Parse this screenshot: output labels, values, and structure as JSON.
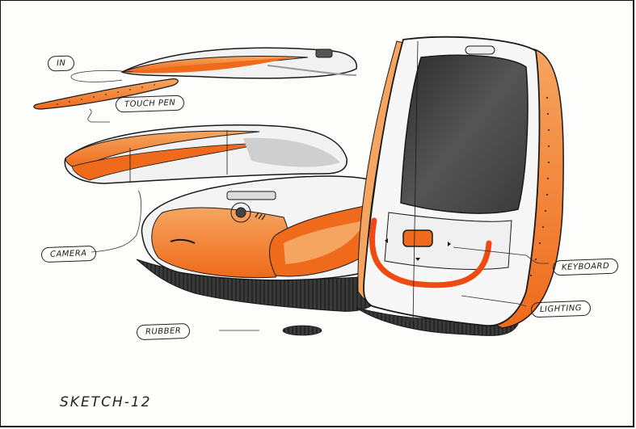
{
  "image": {
    "description": "Hand-drawn marker product design sketch of a slide mobile phone concept in orange, white and grey, shown from several angles with handwritten callouts",
    "colors": {
      "orange": "#f07a2a",
      "orange_light": "#f6a560",
      "dark_grey": "#3a3a3a",
      "screen_grey": "#4a4a4a",
      "shadow": "#2e2e2e",
      "paper": "#fdfdfc",
      "ink": "#1a1a1a"
    }
  },
  "callouts": {
    "in": "IN",
    "touch_pen": "TOUCH PEN",
    "camera": "CAMERA",
    "rubber": "RUBBER",
    "keyboard": "KEYBOARD",
    "lighting": "LIGHTING"
  },
  "title": "SKETCH-12"
}
